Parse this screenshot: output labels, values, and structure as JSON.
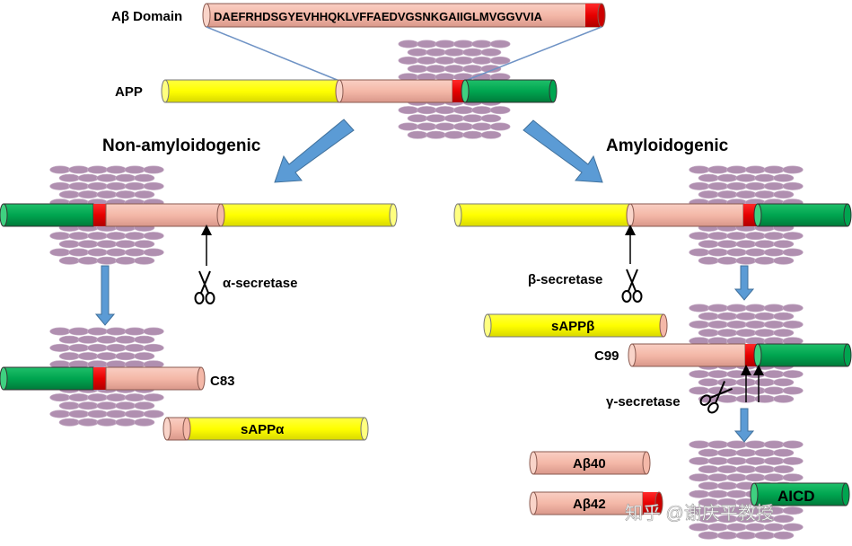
{
  "labels": {
    "ab_domain": "Aβ Domain",
    "sequence": "DAEFRHDSGYEVHHQKLVFFAEDVGSNKGAIIGLMVGGVVIA",
    "app": "APP",
    "non_amyloidogenic": "Non-amyloidogenic",
    "amyloidogenic": "Amyloidogenic",
    "alpha_secretase": "α-secretase",
    "beta_secretase": "β-secretase",
    "gamma_secretase": "γ-secretase",
    "c83": "C83",
    "c99": "C99",
    "sappa": "sAPPα",
    "sappb": "sAPPβ",
    "ab40": "Aβ40",
    "ab42": "Aβ42",
    "aicd": "AICD",
    "watermark": "知乎 @谢庆平教授"
  },
  "colors": {
    "ectodomain": "#ffff00",
    "abeta": "#f4b8a8",
    "transmembrane": "#e60000",
    "intracellular": "#00a550",
    "membrane": "#b08fb0",
    "arrow": "#5b9bd5",
    "connector": "#6f93c5"
  },
  "icons": {
    "scissors": "scissors-icon"
  }
}
